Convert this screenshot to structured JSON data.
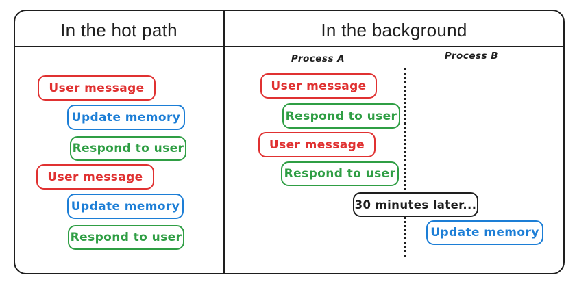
{
  "diagram": {
    "colors": {
      "red": "#e03131",
      "blue": "#1c7ed6",
      "green": "#2f9e44",
      "black": "#1e1e1e"
    },
    "left_panel": {
      "title": "In the hot path",
      "boxes": [
        {
          "label": "User message",
          "color": "red"
        },
        {
          "label": "Update memory",
          "color": "blue"
        },
        {
          "label": "Respond to user",
          "color": "green"
        },
        {
          "label": "User message",
          "color": "red"
        },
        {
          "label": "Update memory",
          "color": "blue"
        },
        {
          "label": "Respond to user",
          "color": "green"
        }
      ]
    },
    "right_panel": {
      "title": "In the background",
      "process_a_label": "Process A",
      "process_b_label": "Process B",
      "process_a_boxes": [
        {
          "label": "User message",
          "color": "red"
        },
        {
          "label": "Respond to user",
          "color": "green"
        },
        {
          "label": "User message",
          "color": "red"
        },
        {
          "label": "Respond to user",
          "color": "green"
        }
      ],
      "timeline_box": {
        "label": "30 minutes later...",
        "color": "black"
      },
      "process_b_boxes": [
        {
          "label": "Update memory",
          "color": "blue"
        }
      ]
    }
  }
}
